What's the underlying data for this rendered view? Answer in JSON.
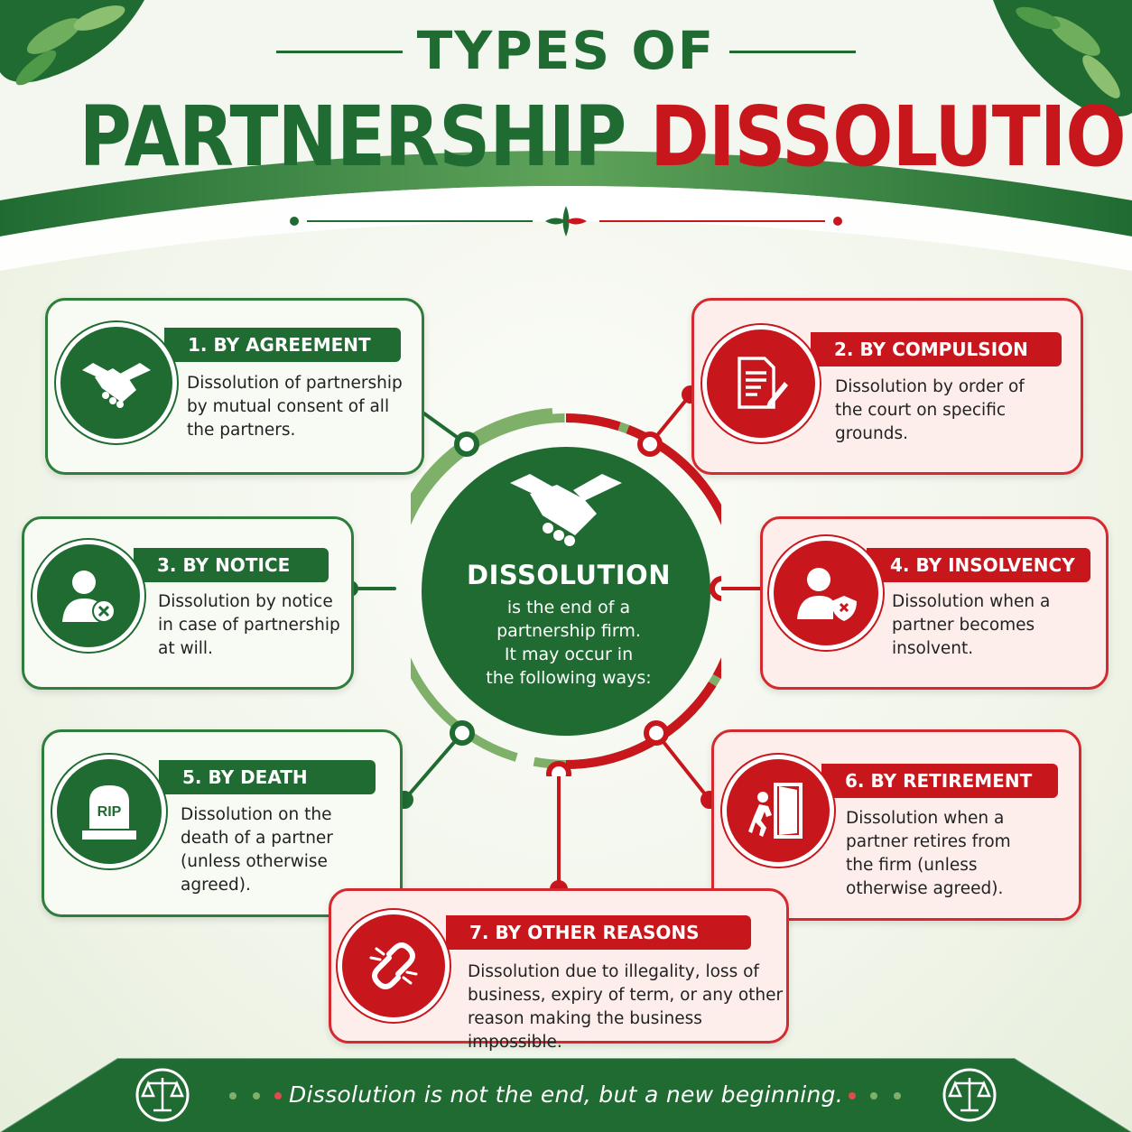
{
  "header": {
    "title_line1": "TYPES OF",
    "title_word1": "PARTNERSHIP",
    "title_word2": "DISSOLUTION"
  },
  "center": {
    "title": "DISSOLUTION",
    "body": [
      "is the end of a",
      "partnership firm.",
      "It may occur in",
      "the following ways:"
    ]
  },
  "cards": [
    {
      "heading": "1. BY AGREEMENT",
      "text": [
        "Dissolution of partnership",
        "by mutual consent of all",
        "the partners."
      ],
      "icon": "handshake-icon",
      "theme": "green"
    },
    {
      "heading": "2. BY COMPULSION",
      "text": [
        "Dissolution by order of",
        "the court on specific",
        "grounds."
      ],
      "icon": "document-pen-icon",
      "theme": "red"
    },
    {
      "heading": "3. BY NOTICE",
      "text": [
        "Dissolution by notice",
        "in case of partnership",
        "at will."
      ],
      "icon": "person-remove-icon",
      "theme": "green"
    },
    {
      "heading": "4. BY INSOLVENCY",
      "text": [
        "Dissolution when a",
        "partner becomes",
        "insolvent."
      ],
      "icon": "person-shield-icon",
      "theme": "red"
    },
    {
      "heading": "5. BY DEATH",
      "text": [
        "Dissolution on the",
        "death of a partner",
        "(unless otherwise",
        "agreed)."
      ],
      "icon": "tombstone-icon",
      "icon_label": "RIP",
      "theme": "green"
    },
    {
      "heading": "6. BY RETIREMENT",
      "text": [
        "Dissolution when a",
        "partner retires from",
        "the firm (unless",
        "otherwise agreed)."
      ],
      "icon": "exit-door-icon",
      "theme": "red"
    },
    {
      "heading": "7. BY OTHER REASONS",
      "text": [
        "Dissolution due to illegality, loss of",
        "business, expiry of term, or any other",
        "reason making the business impossible."
      ],
      "icon": "broken-chain-icon",
      "theme": "red"
    }
  ],
  "footer": {
    "text": "Dissolution is not the end, but a new beginning.",
    "icon": "scales-icon"
  },
  "colors": {
    "green": "#1f6b32",
    "red": "#c8161d",
    "light_green": "#7fb069",
    "card_red_bg": "#fdeeec"
  }
}
